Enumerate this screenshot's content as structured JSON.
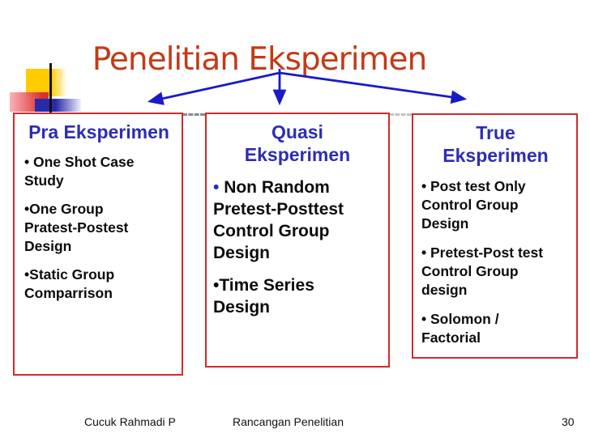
{
  "slide": {
    "title": "Penelitian Eksperimen",
    "footer": {
      "author": "Cucuk Rahmadi P",
      "center": "Rancangan Penelitian",
      "page": "30"
    }
  },
  "colors": {
    "title": "#c23b17",
    "heading_blue": "#2d2db3",
    "box_border_red": "#d42a2a",
    "arrow_blue": "#1a1ac8",
    "body_text": "#0c0c0c",
    "logo_yellow": "#ffcc00",
    "logo_pink": "#dd2f2f",
    "logo_blue": "#2a2aa8"
  },
  "boxes": [
    {
      "heading": "Pra Eksperimen",
      "items": [
        {
          "marker": "• ",
          "marker_color": "#0c0c0c",
          "text": "One Shot Case\nStudy"
        },
        {
          "marker": "•",
          "marker_color": "#0c0c0c",
          "text": "One Group\nPratest-Postest\nDesign"
        },
        {
          "marker": "•",
          "marker_color": "#0c0c0c",
          "text": "Static Group\nComparrison"
        }
      ]
    },
    {
      "heading": "Quasi\nEksperimen",
      "items": [
        {
          "marker": "• ",
          "marker_color": "#2233bb",
          "text": "Non Random\nPretest-Posttest\nControl Group\nDesign"
        },
        {
          "marker": "•",
          "marker_color": "#0c0c0c",
          "text": "Time Series\nDesign"
        }
      ]
    },
    {
      "heading": "True\nEksperimen",
      "items": [
        {
          "marker": "• ",
          "marker_color": "#0c0c0c",
          "text": "Post test Only\nControl Group\nDesign"
        },
        {
          "marker": "• ",
          "marker_color": "#0c0c0c",
          "text": "Pretest-Post test\nControl Group\ndesign"
        },
        {
          "marker": "• ",
          "marker_color": "#0c0c0c",
          "text": "Solomon /\nFactorial"
        }
      ]
    }
  ]
}
